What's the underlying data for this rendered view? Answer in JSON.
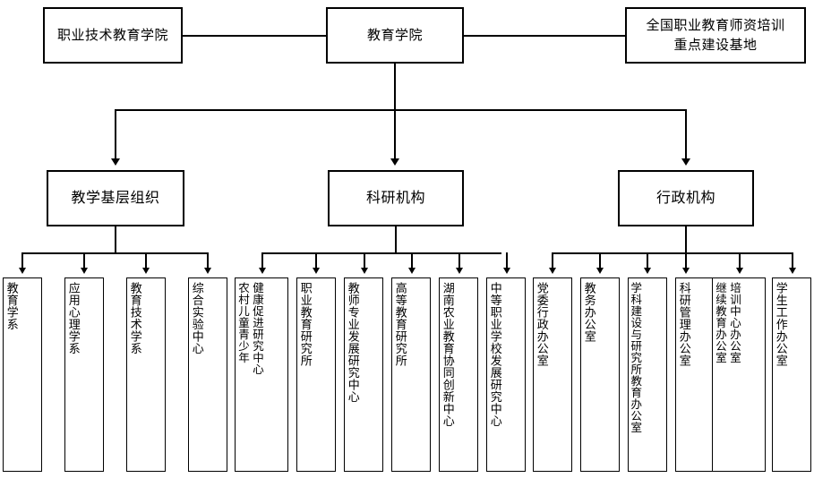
{
  "diagram": {
    "title_top": "教育学院",
    "level1": {
      "left": "职业技术教育学院",
      "center": "教育学院",
      "right_line1": "全国职业教育师资培训",
      "right_line2": "重点建设基地"
    },
    "level2": [
      {
        "label": "教学基层组织"
      },
      {
        "label": "科研机构"
      },
      {
        "label": "行政机构"
      }
    ],
    "teaching_units": [
      {
        "label": "教育学系"
      },
      {
        "label": "应用心理学系"
      },
      {
        "label": "教育技术学系"
      },
      {
        "label": "综合实验中心"
      }
    ],
    "research_units": [
      {
        "label": "农村儿童青少年健康促进研究中心",
        "col1": "农村儿童青少年",
        "col2": "健康促进研究中心",
        "twocol": true
      },
      {
        "label": "职业教育研究所",
        "twocol": false
      },
      {
        "label": "教师专业发展研究中心",
        "twocol": false
      },
      {
        "label": "高等教育研究所",
        "twocol": false
      },
      {
        "label": "湖南农业教育协同创新中心",
        "twocol": false
      },
      {
        "label": "中等职业学校发展研究中心",
        "twocol": false
      }
    ],
    "admin_units": [
      {
        "label": "党委行政办公室",
        "twocol": false
      },
      {
        "label": "教务办公室",
        "twocol": false
      },
      {
        "label": "学科建设与研究所教育办公室",
        "twocol": false
      },
      {
        "label": "科研管理办公室",
        "twocol": false
      },
      {
        "label": "继续教育办公室培训中心办公室",
        "col1": "继续教育办公室",
        "col2": "培训中心办公室",
        "twocol": true
      },
      {
        "label": "学生工作办公室",
        "twocol": false
      }
    ]
  },
  "colors": {
    "stroke": "#000000",
    "background": "#ffffff",
    "text": "#000000"
  }
}
